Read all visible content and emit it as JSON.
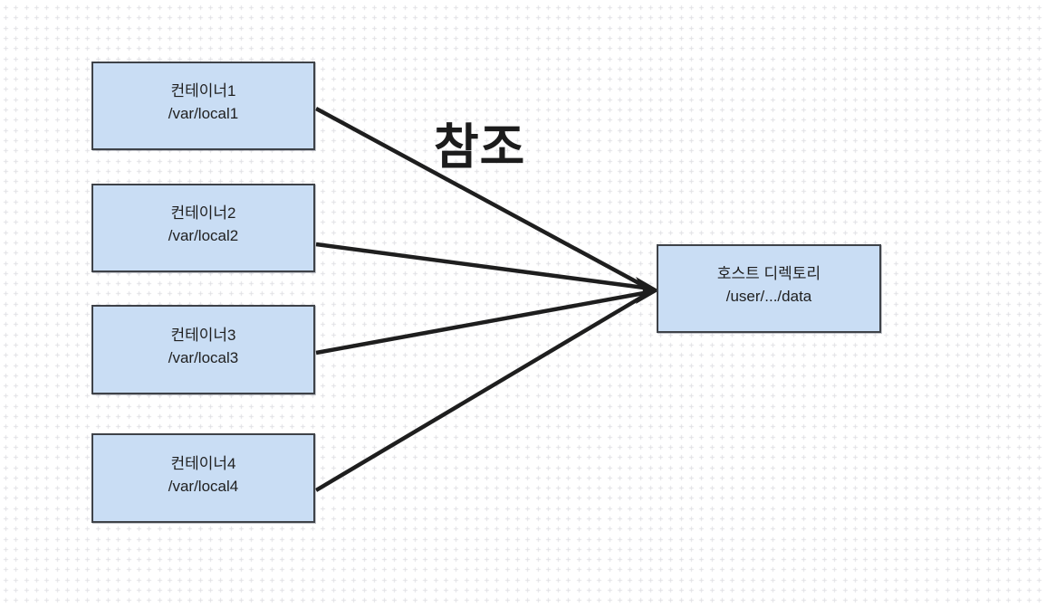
{
  "diagram": {
    "reference_label": "참조",
    "nodes": [
      {
        "id": "container1",
        "title": "컨테이너1",
        "path": "/var/local1"
      },
      {
        "id": "container2",
        "title": "컨테이너2",
        "path": "/var/local2"
      },
      {
        "id": "container3",
        "title": "컨테이너3",
        "path": "/var/local3"
      },
      {
        "id": "container4",
        "title": "컨테이너4",
        "path": "/var/local4"
      },
      {
        "id": "host",
        "title": "호스트 디렉토리",
        "path": "/user/.../data"
      }
    ],
    "edges": [
      {
        "from": "container1",
        "to": "host"
      },
      {
        "from": "container2",
        "to": "host"
      },
      {
        "from": "container3",
        "to": "host"
      },
      {
        "from": "container4",
        "to": "host"
      }
    ],
    "colors": {
      "node_fill": "#c9ddf4",
      "node_border": "#3e4248",
      "arrow": "#1e1e1e",
      "grid_mark": "#e0e0e5",
      "background": "#ffffff"
    }
  }
}
